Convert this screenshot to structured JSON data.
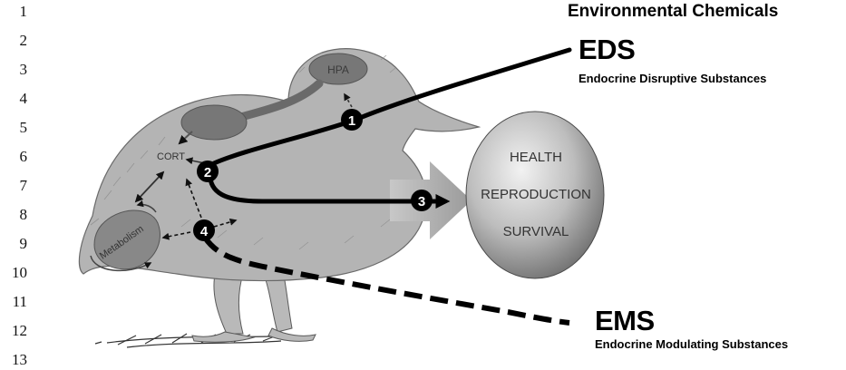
{
  "line_numbers": [
    "1",
    "2",
    "3",
    "4",
    "5",
    "6",
    "7",
    "8",
    "9",
    "10",
    "11",
    "12",
    "13"
  ],
  "title": "Environmental Chemicals",
  "eds": {
    "abbr": "EDS",
    "full": "Endocrine Disruptive Substances"
  },
  "ems": {
    "abbr": "EMS",
    "full": "Endocrine Modulating Substances"
  },
  "bird": {
    "hpa": "HPA",
    "cort": "CORT",
    "metabolism": "Metabolism"
  },
  "outcomes": [
    "HEALTH",
    "REPRODUCTION",
    "SURVIVAL"
  ],
  "steps": [
    "1",
    "2",
    "3",
    "4"
  ]
}
